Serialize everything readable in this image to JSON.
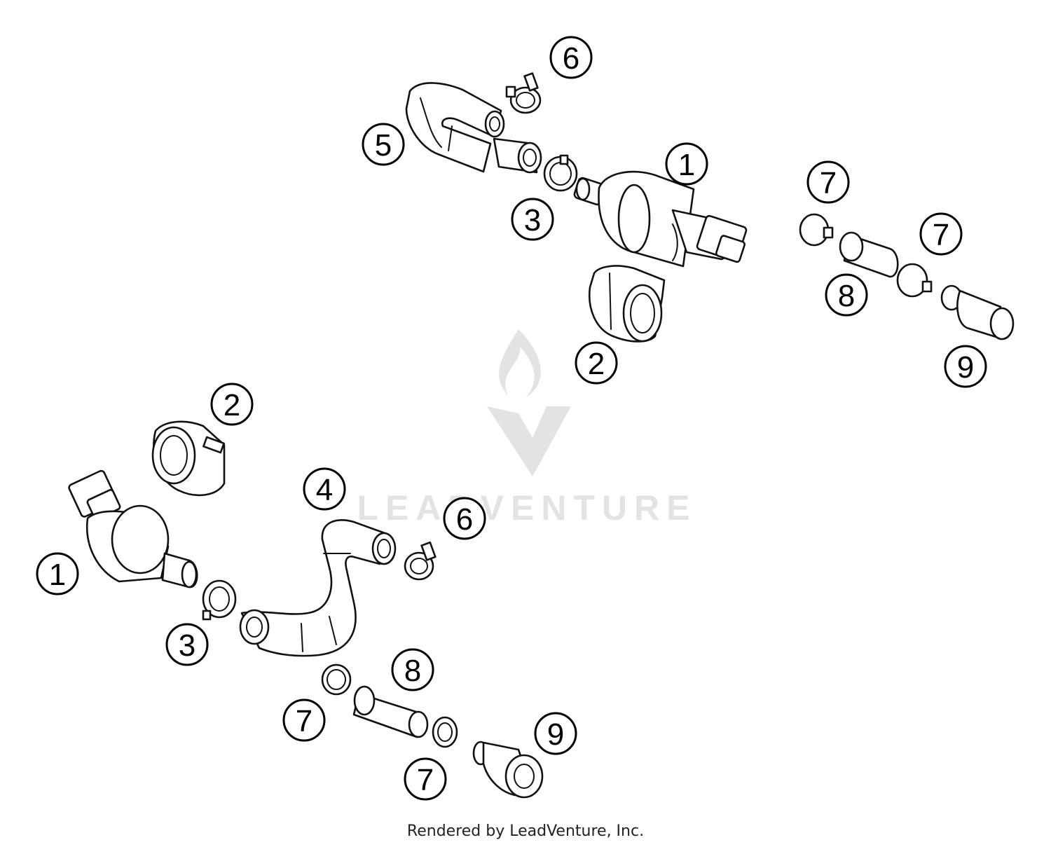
{
  "watermark": {
    "brand": "LEADVENTURE"
  },
  "credit": "Rendered by LeadVenture, Inc.",
  "callouts": [
    {
      "id": "u6",
      "label": "6"
    },
    {
      "id": "u5",
      "label": "5"
    },
    {
      "id": "u1",
      "label": "1"
    },
    {
      "id": "u3",
      "label": "3"
    },
    {
      "id": "u2",
      "label": "2"
    },
    {
      "id": "u7a",
      "label": "7"
    },
    {
      "id": "u7b",
      "label": "7"
    },
    {
      "id": "u8",
      "label": "8"
    },
    {
      "id": "u9",
      "label": "9"
    },
    {
      "id": "l2",
      "label": "2"
    },
    {
      "id": "l4",
      "label": "4"
    },
    {
      "id": "l6",
      "label": "6"
    },
    {
      "id": "l1",
      "label": "1"
    },
    {
      "id": "l3",
      "label": "3"
    },
    {
      "id": "l8",
      "label": "8"
    },
    {
      "id": "l7a",
      "label": "7"
    },
    {
      "id": "l9",
      "label": "9"
    },
    {
      "id": "l7b",
      "label": "7"
    }
  ]
}
